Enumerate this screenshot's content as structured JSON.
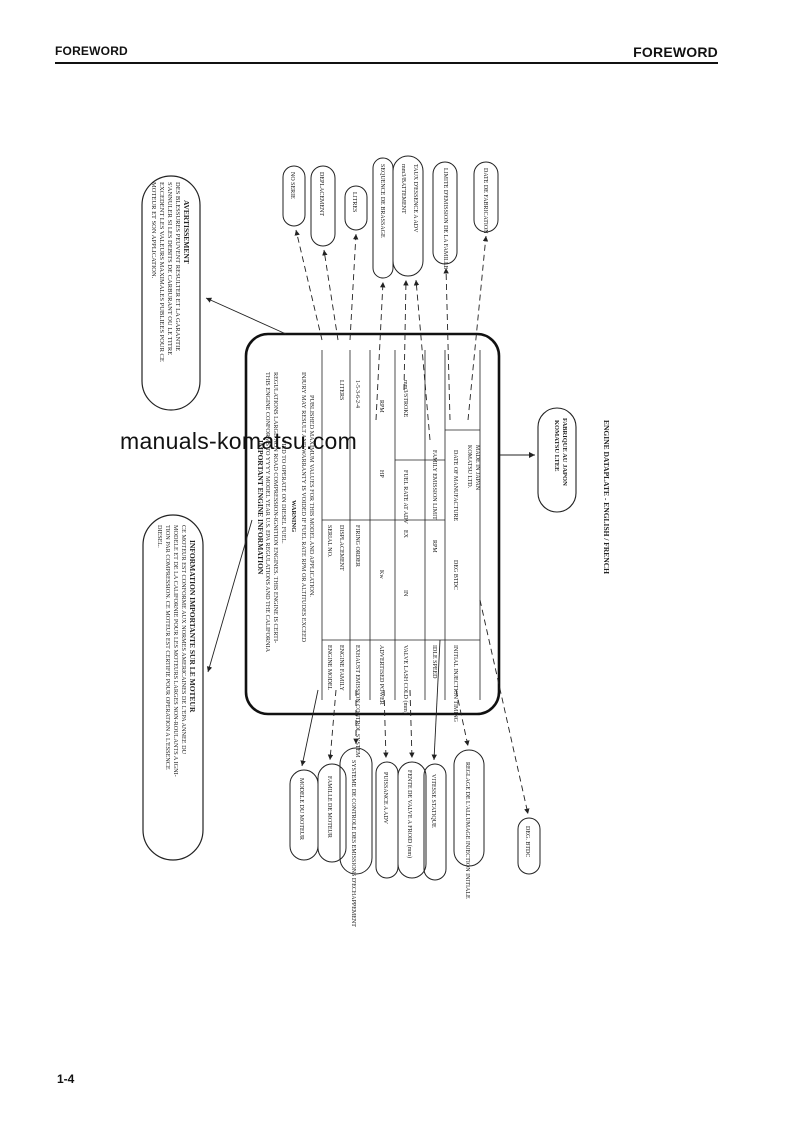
{
  "header": {
    "left": "FOREWORD",
    "right": "FOREWORD"
  },
  "page_number": "1-4",
  "watermark": "manuals-komatsu.com",
  "figure": {
    "caption": "ENGINE DATAPLATE - ENGLISH / FRENCH",
    "warning_fr": {
      "title": "AVERTISSEMENT",
      "lines": [
        "DES BLESSURES PEUVENT RESULTER ET LA GARANTIE",
        "S'ANNULER SI LES DEBITS DE CARBURANT OU LE TITRE",
        "EXCEDENT LES VALEURS MAXIMALES PUBLIEES POUR CE",
        "MOTEUR ET SON APPLICATION."
      ]
    },
    "info_fr": {
      "title": "INFORMATION IMPORTANTE SUR LE MOTEUR",
      "lines": [
        "CE MOTEUR EST CONFORME AUX NORMES AMERICAINES DE L'EPA ANNEE DU",
        "MODELE ET DE LA CALIFORNIE POUR LES MOTEURS LARGES NON-ROULANTS A IGNI-",
        "TION PAR COMPRESSION. CE MOTEUR EST CERTIFIE POUR OPERATION A L'ESSENCE",
        "DIESEL."
      ]
    },
    "plate": {
      "title": "IMPORTANT ENGINE INFORMATION",
      "intro": [
        "THIS ENGINE CONFORMS TO YYYY MODEL YEAR U.S. EPA REGULATIONS AND THE CALIFORNIA",
        "REGULATIONS LARGE NON ROAD COMPRESSION-IGNITION ENGINES. THIS ENGINE IS CERTI-",
        "FIED TO OPERATE ON DIESEL FUEL."
      ],
      "warning_title": "WARNING",
      "warning": [
        "INJURY MAY RESULT AND WARRANTY IS VOIDED IF FUEL RATE RPM OR ALTITUDES EXCEED",
        "PUBLISHED MAXIMUM VALUES FOR THIS MODEL AND APPLICATION."
      ],
      "rows": [
        {
          "label": "ENGINE MODEL",
          "mid": "SERIAL NO.",
          "value": ""
        },
        {
          "label": "ENGINE FAMILY",
          "mid": "DISPLACEMENT",
          "value": "LITERS"
        },
        {
          "label": "EXHAUST EMISSION CONTROL SYSTEM",
          "mid": "FIRING ORDER",
          "value": "1-5-3-6-2-4"
        },
        {
          "label": "ADVERTISED POWER",
          "mid": "Kw",
          "value": "RPM"
        },
        {
          "label": "VALVE LASH COLD (mm)",
          "mid": "EX",
          "value": "FUEL RATE AT ADV"
        },
        {
          "label": "IDLE SPEED",
          "mid": "RPM",
          "value": "FAMILY EMISSION LIMIT"
        },
        {
          "label": "INITIAL INJECTION TIMING",
          "mid": "DEG BTDC",
          "value": "DATE OF MANUFACTURE"
        }
      ],
      "in_label": "IN",
      "hp_label": "HP",
      "stroke_label": "mm3/STROKE",
      "maker": [
        "KOMATSU LTD.",
        "MADE IN JAPAN"
      ]
    },
    "maker_fr": [
      "KOMATSU LTEE",
      "FABRIQUE AU JAPON"
    ],
    "callouts_top": [
      "NO SERIE",
      "DEPLACEMENT",
      "LITRES",
      "SEQUENCE DE BRASSAGE",
      "mm3/BATTEMENT",
      "TAUX D'ESSENCE A ADV",
      "LIMITE D'EMISSION DE LA FAMILLE",
      "DATE DE FABRICATION"
    ],
    "callouts_bottom": [
      "MODELE DU MOTEUR",
      "FAMILLE DE MOTEUR",
      "SYSTEME DE CONTROLE DES EMISSIONS D'ECHAPPEMENT",
      "PUISSANCE A ADV",
      "FENTE DE VALVE A FROID (mm)",
      "VITESSE STATIQUE",
      "REGLAGE DE L'ALLUMAGE INJECTION INITIALE",
      "DEG. BTDC"
    ]
  }
}
